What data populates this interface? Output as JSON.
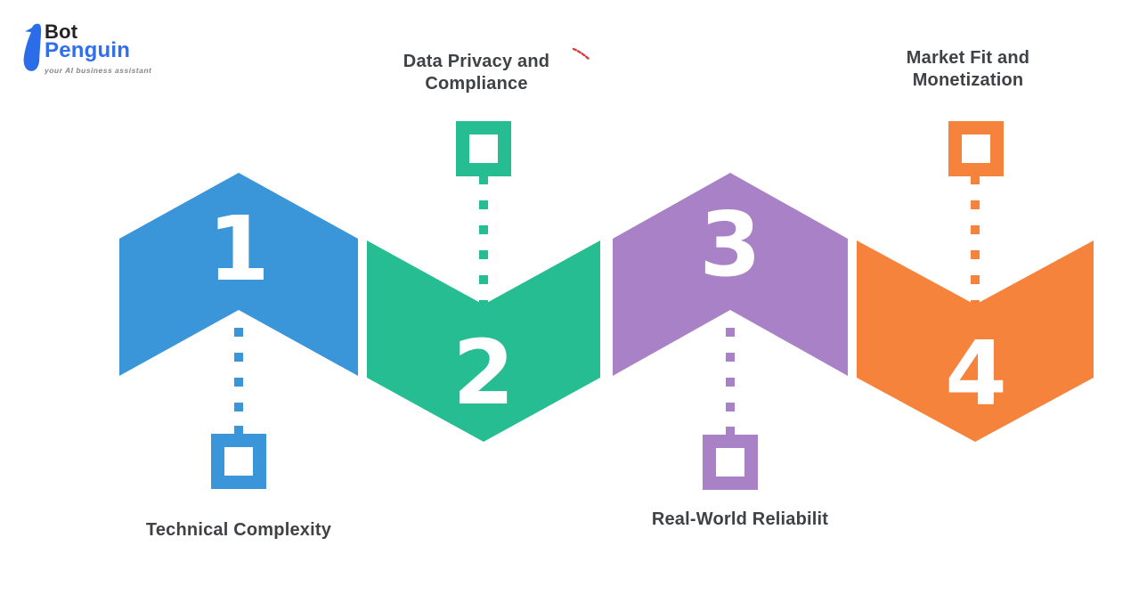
{
  "theme": {
    "background": "#FFFFFF",
    "label_text_color": "#3F4245",
    "number_text_color": "#FFFFFF"
  },
  "logo": {
    "brand_line1": "Bot",
    "brand_line2": "Penguin",
    "tagline": "your AI business assistant",
    "icon": "penguin-icon",
    "colors": {
      "brand_line1": "#232323",
      "brand_line2": "#2F6FEE",
      "icon": "#2B6DE8",
      "tagline": "#85868A"
    }
  },
  "steps": [
    {
      "number": "1",
      "label": "Technical Complexity",
      "color": "#3B95D9",
      "shape": "chevron-up",
      "marker_icon": "hollow-square-icon",
      "label_position": "below"
    },
    {
      "number": "2",
      "label": "Data Privacy and Compliance",
      "color": "#26BD93",
      "shape": "chevron-down",
      "marker_icon": "hollow-square-icon",
      "label_position": "above"
    },
    {
      "number": "3",
      "label": "Real-World Reliabilit",
      "color": "#A981C6",
      "shape": "chevron-up",
      "marker_icon": "hollow-square-icon",
      "label_position": "below"
    },
    {
      "number": "4",
      "label": "Market Fit and Monetization",
      "color": "#F6833C",
      "shape": "chevron-down",
      "marker_icon": "hollow-square-icon",
      "label_position": "above"
    }
  ],
  "decorations": {
    "red_scribble_color": "#D93B3F"
  }
}
